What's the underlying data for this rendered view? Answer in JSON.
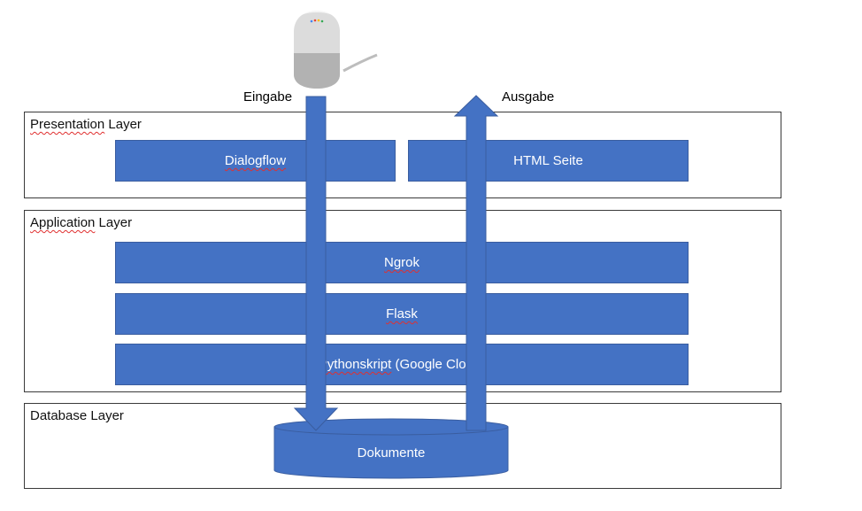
{
  "labels": {
    "input": "Eingabe",
    "output": "Ausgabe"
  },
  "layers": {
    "presentation": {
      "title_word": "Presentation",
      "title_rest": " Layer"
    },
    "application": {
      "title_word": "Application",
      "title_rest": " Layer"
    },
    "database": {
      "title": "Database Layer"
    }
  },
  "boxes": {
    "dialogflow": "Dialogflow",
    "html_page": "HTML Seite",
    "ngrok": "Ngrok",
    "flask": "Flask",
    "python_word": "Pythonskript",
    "python_rest": " (Google Cloud)"
  },
  "database": {
    "label": "Dokumente"
  },
  "icons": {
    "speaker": "smart-speaker-icon"
  },
  "colors": {
    "box_fill": "#4472c4",
    "box_border": "#3a5d9f",
    "layer_border": "#3a3a3a",
    "spell_underline": "#e03030"
  }
}
